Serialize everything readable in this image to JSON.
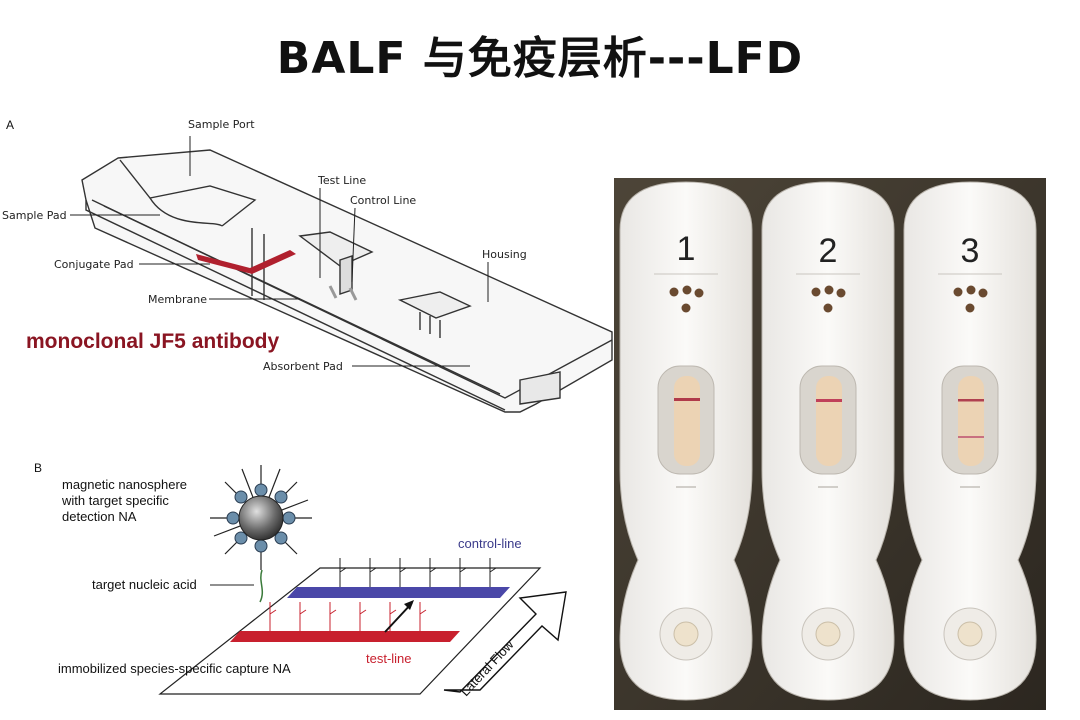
{
  "title": "BALF 与免疫层析---LFD",
  "panel_a": {
    "letter": "A",
    "labels": {
      "sample_port": "Sample Port",
      "test_line": "Test Line",
      "control_line": "Control Line",
      "sample_pad": "Sample Pad",
      "housing": "Housing",
      "conjugate_pad": "Conjugate Pad",
      "membrane": "Membrane",
      "absorbent_pad": "Absorbent Pad"
    },
    "annotation": "monoclonal JF5 antibody"
  },
  "panel_b": {
    "letter": "B",
    "nanosphere_line1": "magnetic nanosphere",
    "nanosphere_line2": "with target specific",
    "nanosphere_line3": "detection NA",
    "target": "target nucleic acid",
    "control_line": "control-line",
    "test_line": "test-line",
    "capture": "immobilized species-specific capture NA",
    "flow": "Lateral Flow"
  },
  "photo": {
    "devices": [
      "1",
      "2",
      "3"
    ]
  },
  "colors": {
    "red_line": "#c8202e",
    "blue_line": "#4a47a8",
    "annotation": "#8a1522"
  }
}
